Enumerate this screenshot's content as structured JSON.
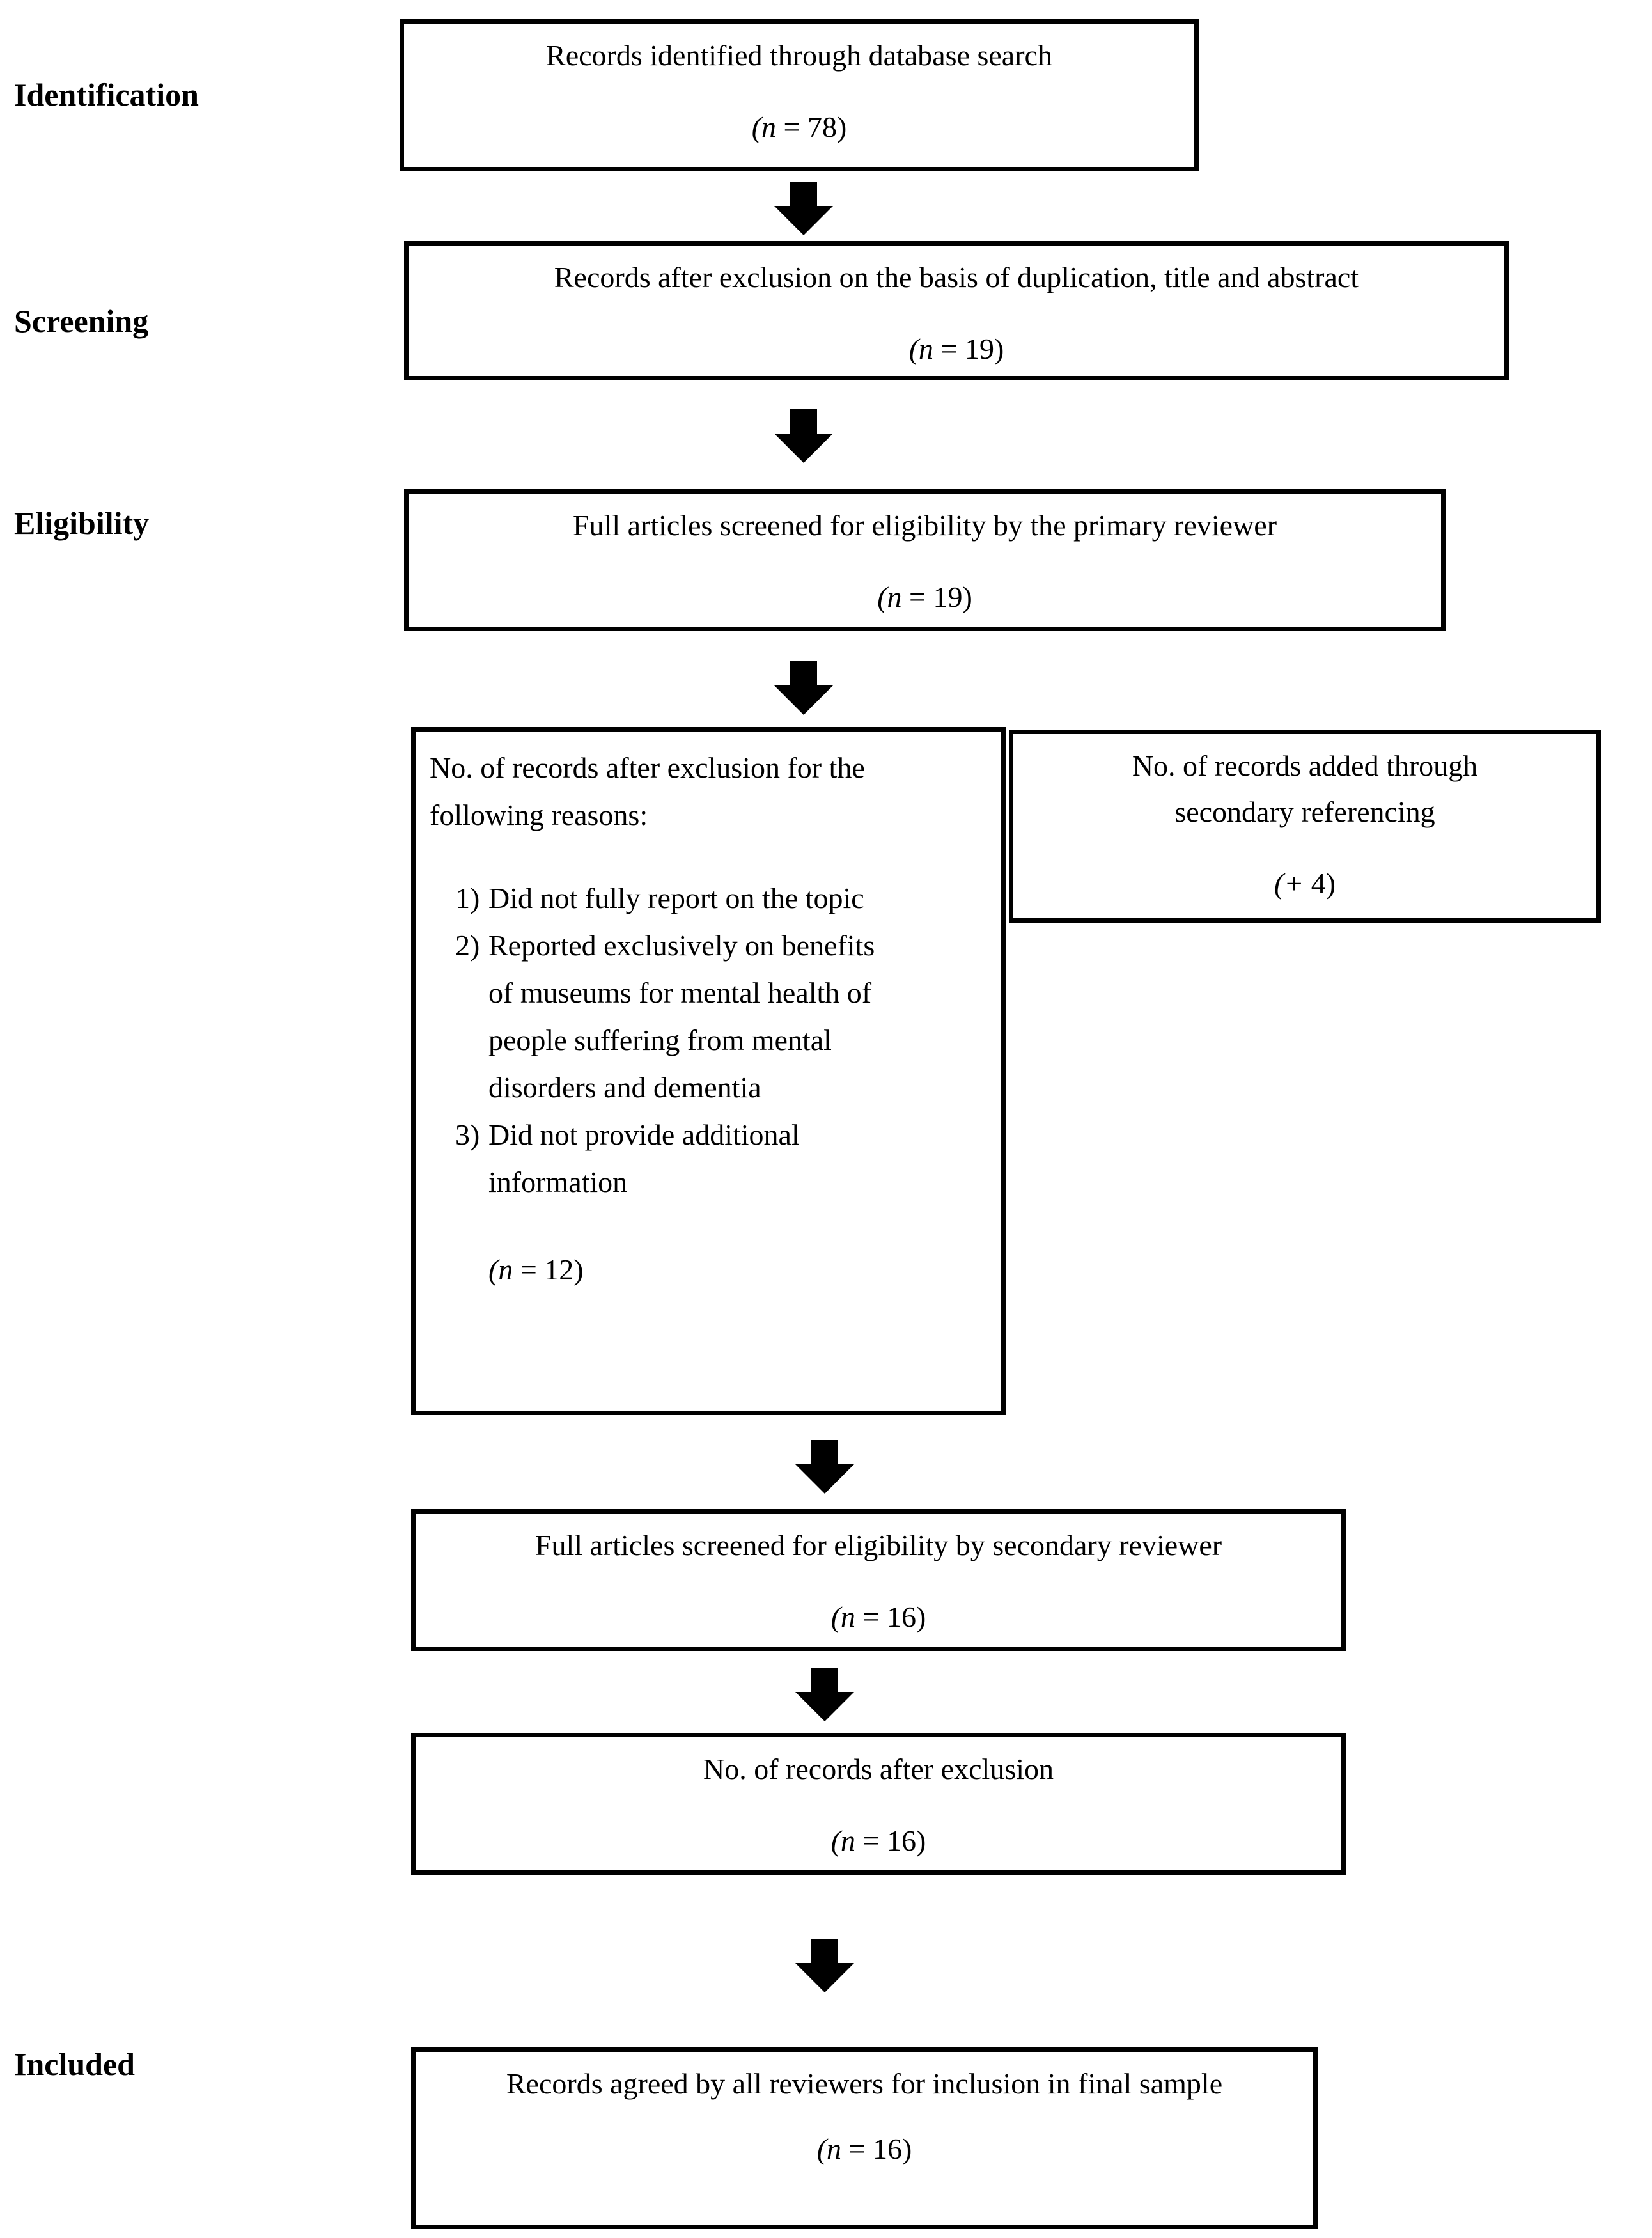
{
  "page": {
    "background_color": "#ffffff",
    "text_color": "#000000"
  },
  "stage_labels": {
    "identification": "Identification",
    "screening": "Screening",
    "eligibility": "Eligibility",
    "included": "Included"
  },
  "boxes": {
    "identified": {
      "title": "Records identified through database search",
      "count": "(n = 78)"
    },
    "after_duplication": {
      "title": "Records after exclusion on the basis of duplication, title and abstract",
      "count": "(n = 19)"
    },
    "primary_screen": {
      "title": "Full articles screened for eligibility by the primary reviewer",
      "count": "(n = 19)"
    },
    "exclusion_reasons": {
      "title": "No. of records after exclusion for the following reasons:",
      "items": [
        {
          "num": "1)",
          "text": "Did not fully report on the topic"
        },
        {
          "num": "2)",
          "text": "Reported exclusively on benefits of museums for mental health of people suffering from mental disorders and dementia"
        },
        {
          "num": "3)",
          "text": "Did not provide additional information"
        }
      ],
      "count": "(n = 12)"
    },
    "secondary_referencing": {
      "title": "No. of records added through secondary referencing",
      "count": "(+ 4)"
    },
    "secondary_screen": {
      "title": "Full articles screened for eligibility by secondary reviewer",
      "count": "(n = 16)"
    },
    "after_exclusion": {
      "title": "No. of records after exclusion",
      "count": "(n = 16)"
    },
    "included_final": {
      "title": "Records agreed by all reviewers for inclusion in final sample",
      "count": "(n = 16)"
    }
  }
}
